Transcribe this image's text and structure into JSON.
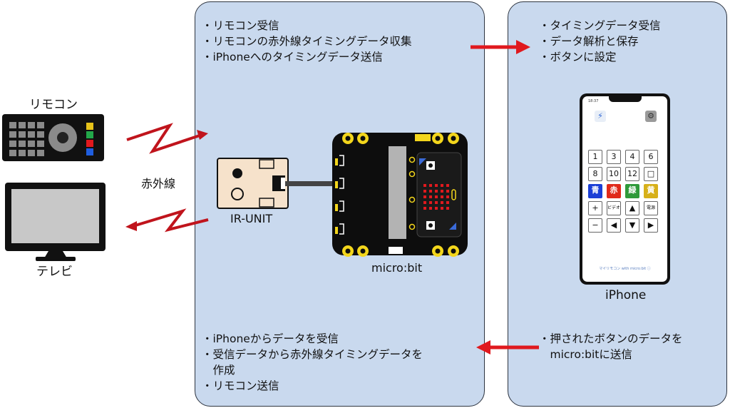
{
  "left_panel": {
    "top_bullets": [
      "・リモコン受信",
      "・リモコンの赤外線タイミングデータ収集",
      "・iPhoneへのタイミングデータ送信"
    ],
    "bottom_bullets": [
      "・iPhoneからデータを受信",
      "・受信データから赤外線タイミングデータを",
      "　作成",
      "・リモコン送信"
    ]
  },
  "right_panel": {
    "top_bullets": [
      "・タイミングデータ受信",
      "・データ解析と保存",
      "・ボタンに設定"
    ],
    "bottom_bullets": [
      "・押されたボタンのデータを",
      "　micro:bitに送信"
    ]
  },
  "labels": {
    "remote": "リモコン",
    "tv": "テレビ",
    "infrared": "赤外線",
    "ir_unit": "IR-UNIT",
    "microbit": "micro:bit",
    "iphone": "iPhone"
  },
  "phone_screen": {
    "time": "18:37",
    "bluetooth_icon": "bluetooth-icon",
    "settings_icon": "gear-icon",
    "keys": [
      {
        "label": "1"
      },
      {
        "label": "3"
      },
      {
        "label": "4"
      },
      {
        "label": "6"
      },
      {
        "label": "8"
      },
      {
        "label": "10"
      },
      {
        "label": "12"
      },
      {
        "label": "□"
      },
      {
        "label": "青",
        "bg": "#1b3fd6",
        "fg": "#ffffff"
      },
      {
        "label": "赤",
        "bg": "#e02a1a",
        "fg": "#ffffff"
      },
      {
        "label": "緑",
        "bg": "#2f9a3a",
        "fg": "#ffffff"
      },
      {
        "label": "黄",
        "bg": "#d7b019",
        "fg": "#ffffff"
      },
      {
        "label": "+"
      },
      {
        "label": "ビデオ",
        "small": true
      },
      {
        "label": "▲"
      },
      {
        "label": "電源",
        "small": true
      },
      {
        "label": "−"
      },
      {
        "label": "◀"
      },
      {
        "label": "▼"
      },
      {
        "label": "▶"
      }
    ],
    "footer": "マイリモコン with micro:bit ⓘ"
  },
  "colors": {
    "panel_bg": "#c9d9ee",
    "arrow_red": "#e0191e",
    "ir_zigzag": "#c0141c",
    "microbit_board": "#0d0d0d",
    "microbit_pad": "#f3d61c"
  }
}
